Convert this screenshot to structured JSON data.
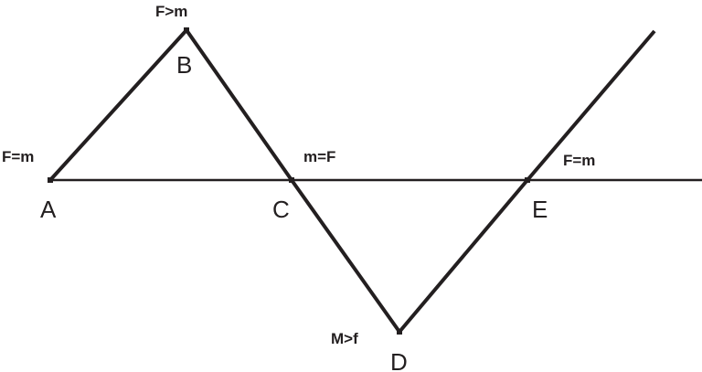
{
  "points": [
    {
      "id": "A",
      "label": "A",
      "condition": "F=m"
    },
    {
      "id": "B",
      "label": "B",
      "condition": "F>m"
    },
    {
      "id": "C",
      "label": "C",
      "condition": "m=F"
    },
    {
      "id": "D",
      "label": "D",
      "condition": "M>f"
    },
    {
      "id": "E",
      "label": "E",
      "condition": "F=m"
    }
  ],
  "colors": {
    "stroke": "#231f20",
    "background": "#ffffff"
  }
}
